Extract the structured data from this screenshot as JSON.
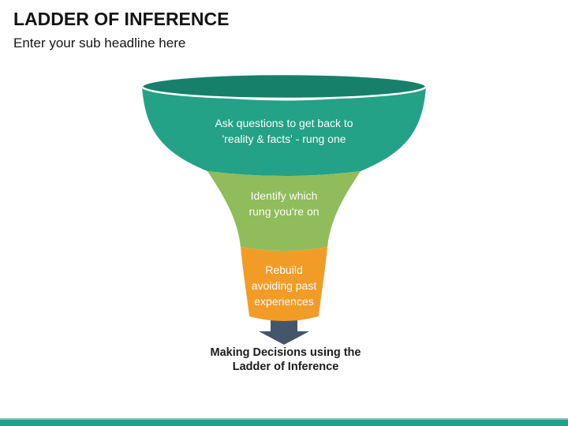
{
  "slide": {
    "title": "LADDER OF INFERENCE",
    "subtitle": "Enter your sub headline here"
  },
  "funnel": {
    "top_opening_color": "#17806B",
    "rim_color": "#FFFFFF",
    "text_color": "#FFFFFF",
    "segments": [
      {
        "id": "rung-one",
        "color": "#23A287",
        "lines": [
          "Ask questions to get back to",
          "'reality & facts' - rung one"
        ]
      },
      {
        "id": "identify-rung",
        "color": "#90BC5B",
        "lines": [
          "Identify which",
          "rung you're on"
        ]
      },
      {
        "id": "rebuild",
        "color": "#F29C28",
        "lines": [
          "Rebuild",
          "avoiding past",
          "experiences"
        ]
      }
    ]
  },
  "arrow": {
    "color": "#45566B"
  },
  "caption": {
    "lines": [
      "Making Decisions using the",
      "Ladder of Inference"
    ]
  },
  "footer_bar": {
    "color": "#21A189",
    "highlight_color": "#8BCABB"
  }
}
